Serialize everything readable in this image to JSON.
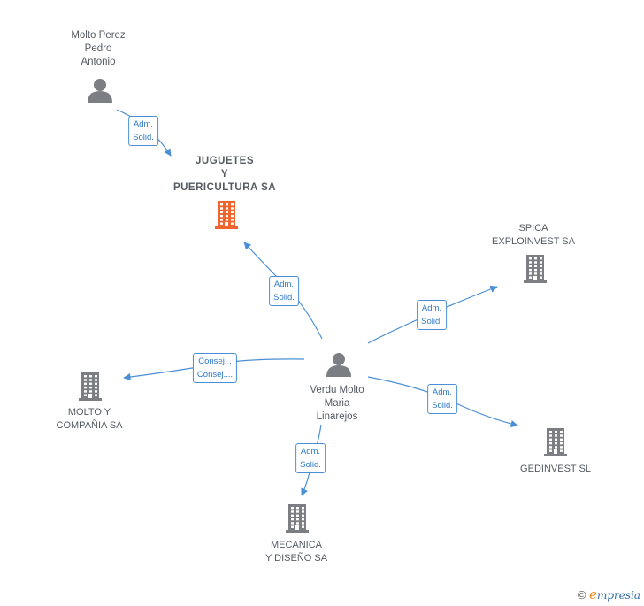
{
  "colors": {
    "edge": "#4a8fd6",
    "edge_text": "#2f79c8",
    "person_icon": "#7b7f84",
    "company_icon": "#7b7f84",
    "highlight_company_icon": "#f0642e",
    "label_text": "#555a60"
  },
  "nodes": {
    "molto_perez": {
      "label": "Molto Perez\nPedro\nAntonio",
      "kind": "person",
      "icon": "person-icon"
    },
    "juguetes": {
      "label": "JUGUETES\nY\nPUERICULTURA SA",
      "kind": "company-main",
      "icon": "building-icon"
    },
    "spica": {
      "label": "SPICA\nEXPLOINVEST SA",
      "kind": "company",
      "icon": "building-icon"
    },
    "verdu": {
      "label": "Verdu Molto\nMaria\nLinarejos",
      "kind": "person",
      "icon": "person-icon"
    },
    "molto_compania": {
      "label": "MOLTO Y\nCOMPAÑIA SA",
      "kind": "company",
      "icon": "building-icon"
    },
    "gedinvest": {
      "label": "GEDINVEST  SL",
      "kind": "company",
      "icon": "building-icon"
    },
    "mecanica": {
      "label": "MECANICA\nY DISEÑO SA",
      "kind": "company",
      "icon": "building-icon"
    }
  },
  "edges": [
    {
      "id": "e1",
      "from": "molto_perez",
      "to": "juguetes",
      "label": "Adm.\nSolid."
    },
    {
      "id": "e2",
      "from": "verdu",
      "to": "juguetes",
      "label": "Adm.\nSolid."
    },
    {
      "id": "e3",
      "from": "verdu",
      "to": "spica",
      "label": "Adm.\nSolid."
    },
    {
      "id": "e4",
      "from": "verdu",
      "to": "molto_compania",
      "label": "Consej. ,\nConsej...."
    },
    {
      "id": "e5",
      "from": "verdu",
      "to": "gedinvest",
      "label": "Adm.\nSolid."
    },
    {
      "id": "e6",
      "from": "verdu",
      "to": "mecanica",
      "label": "Adm.\nSolid."
    }
  ],
  "brand": {
    "copyright": "©",
    "e": "e",
    "rest": "mpresia"
  }
}
